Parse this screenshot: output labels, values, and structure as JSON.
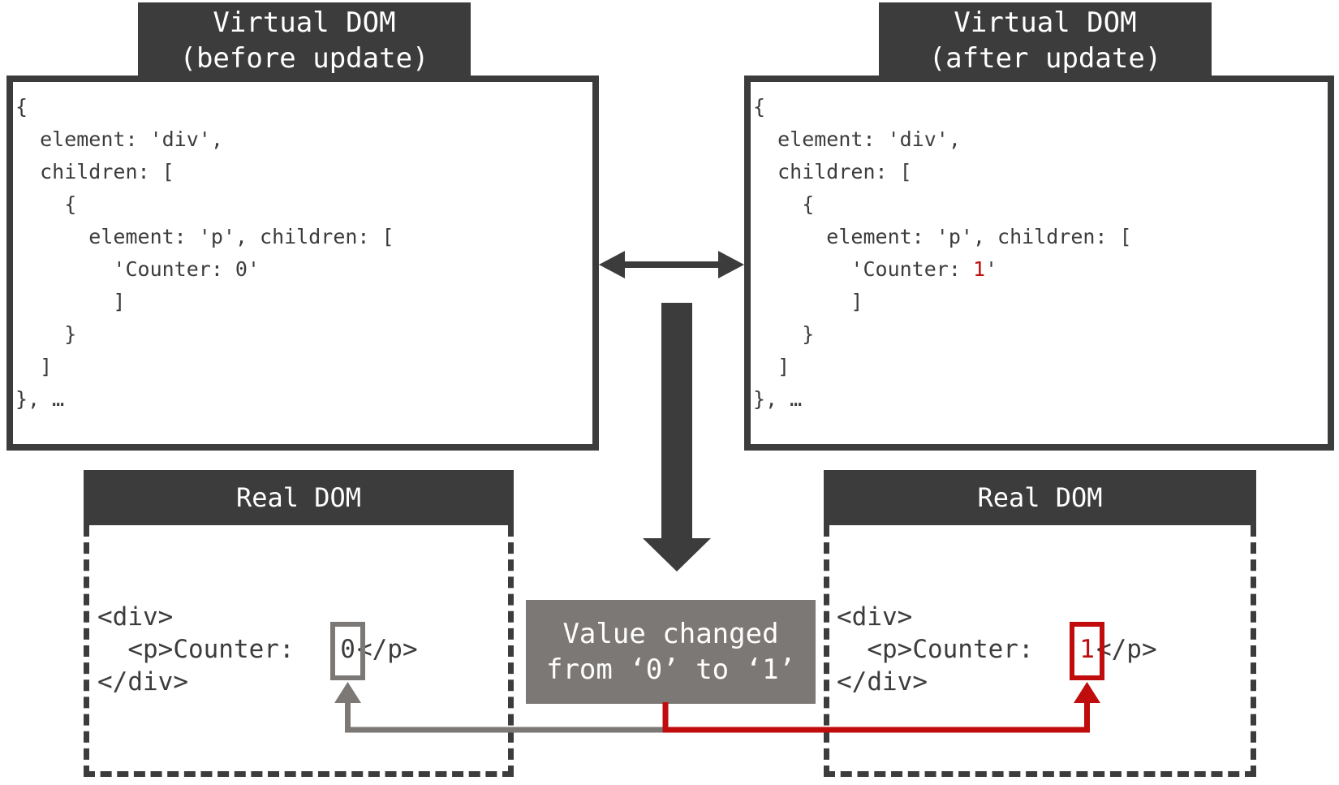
{
  "colors": {
    "dark": "#3d3c3c",
    "gray": "#7c7875",
    "red": "#c00c0c",
    "white": "#ffffff"
  },
  "vdom_before": {
    "title_line1": "Virtual DOM",
    "title_line2": "(before update)",
    "code": {
      "l0": "{",
      "l1": "  element: 'div',",
      "l2": "  children: [",
      "l3": "    {",
      "l4": "      element: 'p', children: [",
      "l5": "        'Counter: 0'",
      "l6": "        ]",
      "l7": "    }",
      "l8": "  ]",
      "l9": "}, …"
    }
  },
  "vdom_after": {
    "title_line1": "Virtual DOM",
    "title_line2": "(after update)",
    "code": {
      "l0": "{",
      "l1": "  element: 'div',",
      "l2": "  children: [",
      "l3": "    {",
      "l4": "      element: 'p', children: [",
      "l5_prefix": "        'Counter: ",
      "l5_value": "1",
      "l5_suffix": "'",
      "l6": "        ]",
      "l7": "    }",
      "l8": "  ]",
      "l9": "}, …"
    }
  },
  "real_dom_before": {
    "title": "Real DOM",
    "code": {
      "l0": "<div>",
      "l1_prefix": "  <p>Counter: ",
      "l1_value": "0",
      "l1_suffix": "</p>",
      "l2": "</div>"
    }
  },
  "real_dom_after": {
    "title": "Real DOM",
    "code": {
      "l0": "<div>",
      "l1_prefix": "  <p>Counter: ",
      "l1_value": "1",
      "l1_suffix": "</p>",
      "l2": "</div>"
    }
  },
  "change_note": {
    "line1": "Value changed",
    "line2": "from ‘0’ to ‘1’"
  }
}
